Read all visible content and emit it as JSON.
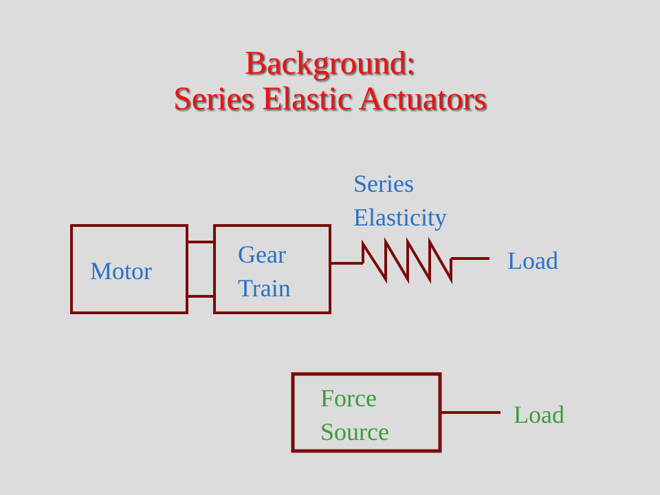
{
  "title": {
    "line1": "Background:",
    "line2": "Series Elastic Actuators"
  },
  "labels": {
    "series_elasticity_line1": "Series",
    "series_elasticity_line2": "Elasticity",
    "motor": "Motor",
    "gear_train_line1": "Gear",
    "gear_train_line2": "Train",
    "load_top": "Load",
    "force_source_line1": "Force",
    "force_source_line2": "Source",
    "load_bottom": "Load"
  },
  "colors": {
    "title": "#ee1111",
    "line": "#7a0a0a",
    "label_blue": "#2a6fc4",
    "label_green": "#3d9a3d",
    "background": "#dcdcdc"
  }
}
